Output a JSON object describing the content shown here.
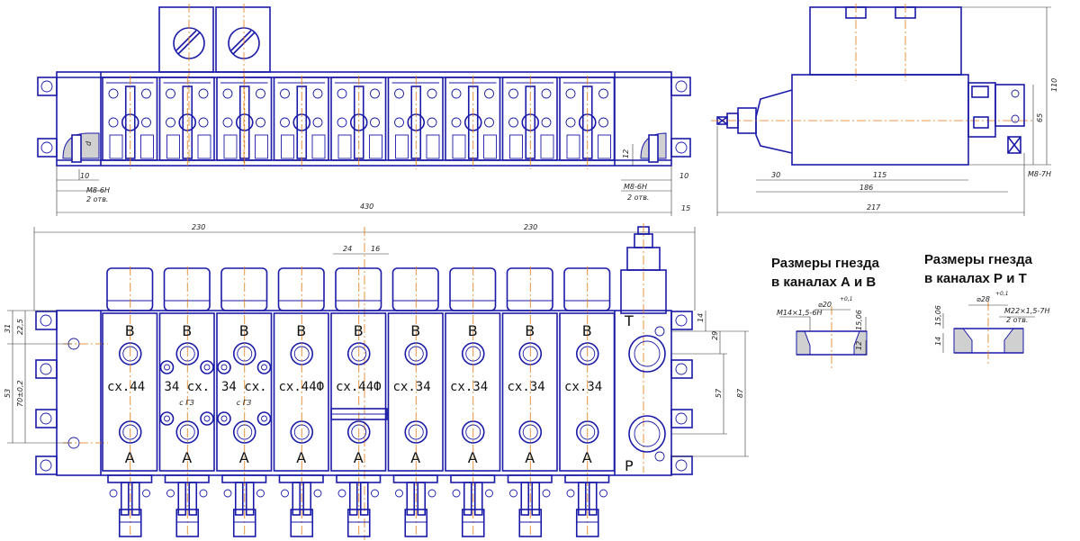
{
  "colors": {
    "outline": "#1a1aa8",
    "center_line": "#e07a10",
    "dimension": "#333333"
  },
  "top_view": {
    "dims": {
      "left_depth": "d",
      "bolt_offset": "10",
      "thread_left": "M8-6H",
      "holes_left": "2 отв.",
      "thread_right": "M8-6H",
      "holes_right": "2 отв.",
      "height_12": "12",
      "gap_10": "10",
      "overall_430": "430",
      "end_15": "15"
    }
  },
  "side_view": {
    "dims": {
      "d110": "110",
      "d65": "65",
      "d30": "30",
      "d115": "115",
      "d186": "186",
      "d217": "217",
      "thread": "M8-7H"
    }
  },
  "front_view": {
    "dims": {
      "half_left": "230",
      "half_right": "230",
      "d24": "24",
      "d16": "16",
      "d31": "31",
      "d22_5": "22,5",
      "d53": "53",
      "d70": "70±0,2",
      "d14": "14",
      "d29": "29",
      "d57": "57",
      "d87": "87"
    },
    "sections": [
      {
        "top": "B",
        "bottom": "A",
        "label": "сх.44",
        "sub": ""
      },
      {
        "top": "B",
        "bottom": "A",
        "label": "34 сх.",
        "sub": "с ГЗ"
      },
      {
        "top": "B",
        "bottom": "A",
        "label": "34 сх.",
        "sub": "с ГЗ"
      },
      {
        "top": "B",
        "bottom": "A",
        "label": "сх.44Ф",
        "sub": ""
      },
      {
        "top": "B",
        "bottom": "A",
        "label": "сх.44Ф",
        "sub": ""
      },
      {
        "top": "B",
        "bottom": "A",
        "label": "сх.34",
        "sub": ""
      },
      {
        "top": "B",
        "bottom": "A",
        "label": "сх.34",
        "sub": ""
      },
      {
        "top": "B",
        "bottom": "A",
        "label": "сх.34",
        "sub": ""
      },
      {
        "top": "B",
        "bottom": "A",
        "label": "сх.34",
        "sub": ""
      }
    ],
    "ports": {
      "tank": "T",
      "pressure": "P"
    }
  },
  "detail_ab": {
    "caption_line1": "Размеры гнезда",
    "caption_line2": "в каналах А и В",
    "thread": "M14×1,5-6H",
    "diameter": "⌀20",
    "tol": "+0,1",
    "depth": "15,06",
    "d12": "12"
  },
  "detail_pt": {
    "caption_line1": "Размеры гнезда",
    "caption_line2": "в каналах Р и Т",
    "thread": "M22×1,5-7H",
    "holes": "2 отв.",
    "diameter": "⌀28",
    "tol": "+0,1",
    "depth": "15,06",
    "d14": "14"
  }
}
